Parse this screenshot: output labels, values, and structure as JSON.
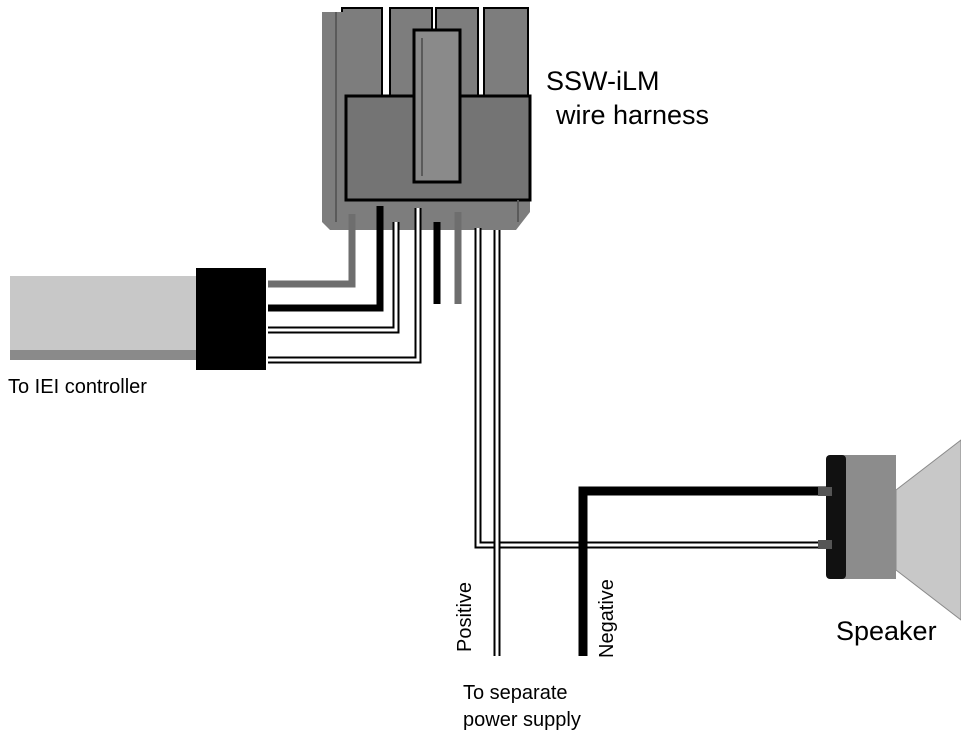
{
  "labels": {
    "harness_line1": "SSW-iLM",
    "harness_line2": "wire harness",
    "controller": "To IEI controller",
    "speaker": "Speaker",
    "positive": "Positive",
    "negative": "Negative",
    "supply_line1": "To separate",
    "supply_line2": "power supply"
  },
  "colors": {
    "connector_body": "#7d7d7d",
    "connector_dark": "#5f5f5f",
    "wire_black": "#000000",
    "wire_gray": "#808080",
    "cable_light": "#c8c8c8",
    "speaker_cone": "#c8c8c8"
  }
}
